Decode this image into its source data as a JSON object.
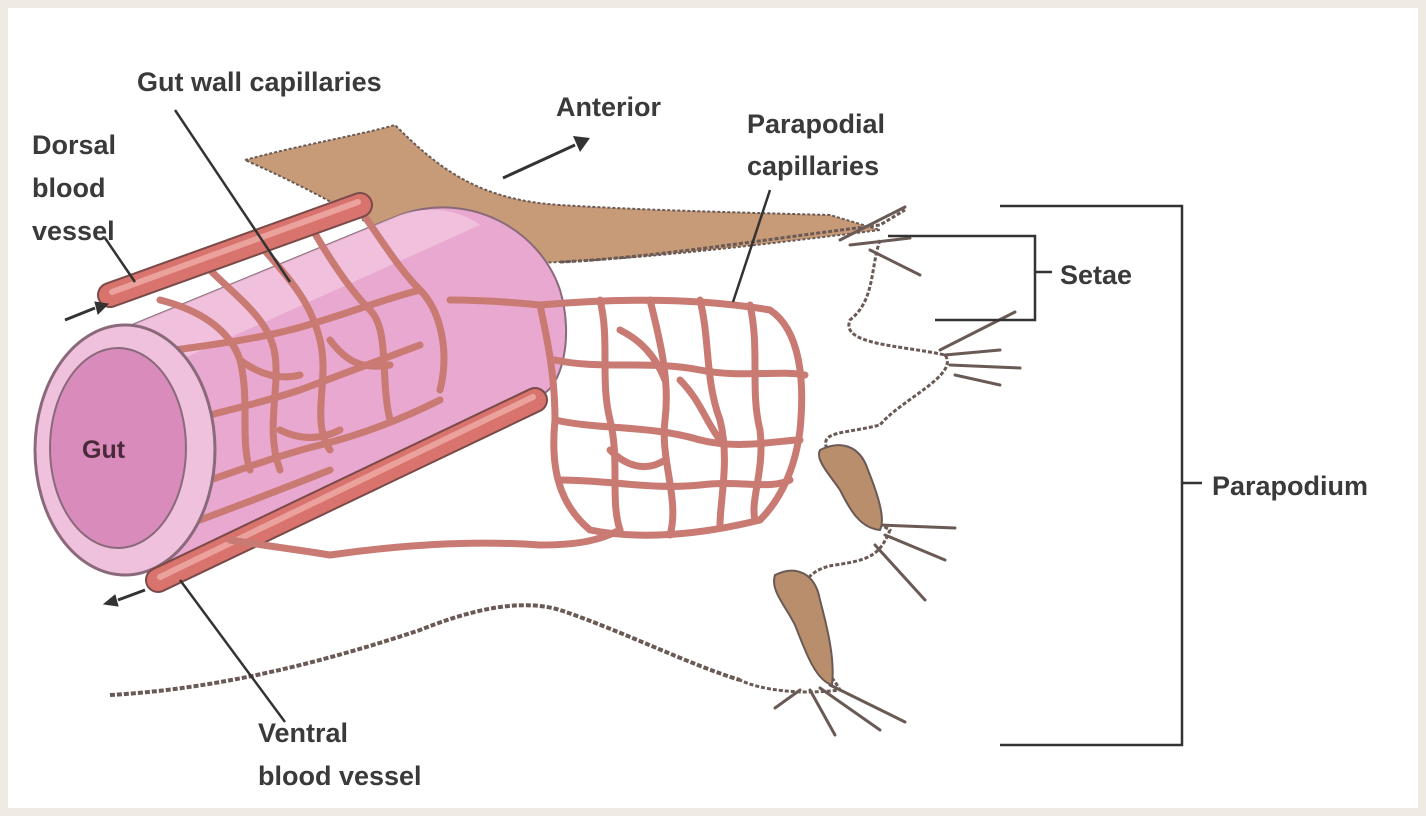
{
  "labels": {
    "gut_wall_capillaries": "Gut wall capillaries",
    "anterior": "Anterior",
    "dorsal": [
      "Dorsal",
      "blood",
      "vessel"
    ],
    "parapodial": [
      "Parapodial",
      "capillaries"
    ],
    "setae": "Setae",
    "parapodium": "Parapodium",
    "gut": "Gut",
    "ventral": [
      "Ventral",
      "blood vessel"
    ]
  },
  "colors": {
    "background": "#efebe2",
    "gut_fill": "#e8a8cf",
    "gut_inner": "#d98cbc",
    "vessel": "#d9736e",
    "capillary": "#c97a72",
    "outline": "#6a5a55",
    "epidermis": "#c79a78"
  }
}
